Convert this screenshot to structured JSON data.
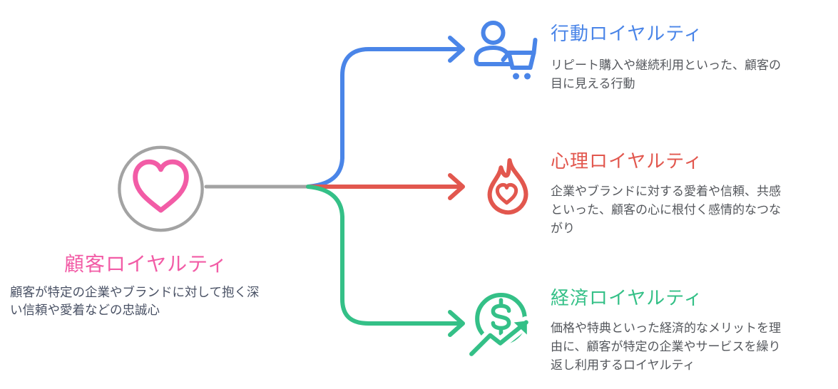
{
  "diagram": {
    "root": {
      "title": "顧客ロイヤルティ",
      "description": "顧客が特定の企業やブランドに対して抱く深\nい信頼や愛着などの忠誠心",
      "icon": "heart-icon",
      "title_color": "#f25ca6",
      "icon_color": "#f25ca6",
      "circle_color": "#a3a3a3"
    },
    "branches": [
      {
        "title": "行動ロイヤルティ",
        "description": "リピート購入や継続利用といった、顧客の\n目に見える行動",
        "icon": "person-cart-icon",
        "color": "#4a85e8"
      },
      {
        "title": "心理ロイヤルティ",
        "description": "企業やブランドに対する愛着や信頼、共感\nといった、顧客の心に根付く感情的なつな\nがり",
        "icon": "flame-heart-icon",
        "color": "#e2574e"
      },
      {
        "title": "経済ロイヤルティ",
        "description": "価格や特典といった経済的なメリットを理\n由に、顧客が特定の企業やサービスを繰り\n返し利用するロイヤルティ",
        "icon": "dollar-trend-icon",
        "color": "#34c087"
      }
    ],
    "colors": {
      "connector_gray": "#a3a3a3",
      "body_text": "#54575c",
      "root_body_text": "#4a5265",
      "background": "#ffffff"
    }
  }
}
